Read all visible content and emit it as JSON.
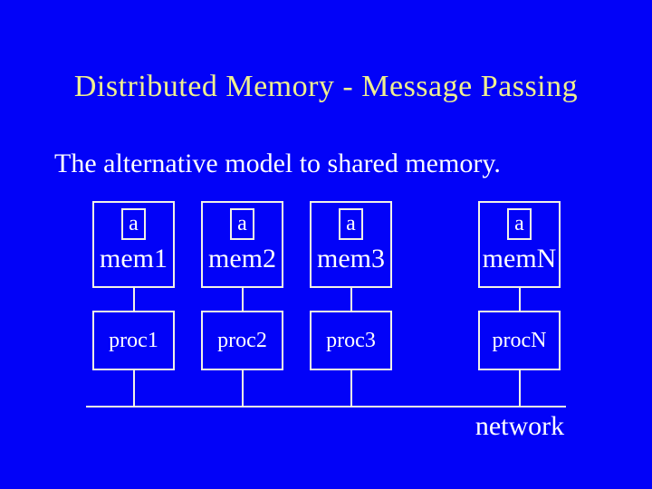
{
  "slide": {
    "title": "Distributed Memory - Message Passing",
    "subtitle": "The alternative model to shared memory.",
    "colors": {
      "background": "#0202F8",
      "title_text": "#EFEF8F",
      "body_text": "#FFFFFF",
      "line": "#F2F2E6"
    }
  },
  "diagram": {
    "columns": [
      {
        "var_label": "a",
        "mem_label": "mem1",
        "proc_label": "proc1"
      },
      {
        "var_label": "a",
        "mem_label": "mem2",
        "proc_label": "proc2"
      },
      {
        "var_label": "a",
        "mem_label": "mem3",
        "proc_label": "proc3"
      },
      {
        "var_label": "a",
        "mem_label": "memN",
        "proc_label": "procN"
      }
    ],
    "network_label": "network"
  }
}
